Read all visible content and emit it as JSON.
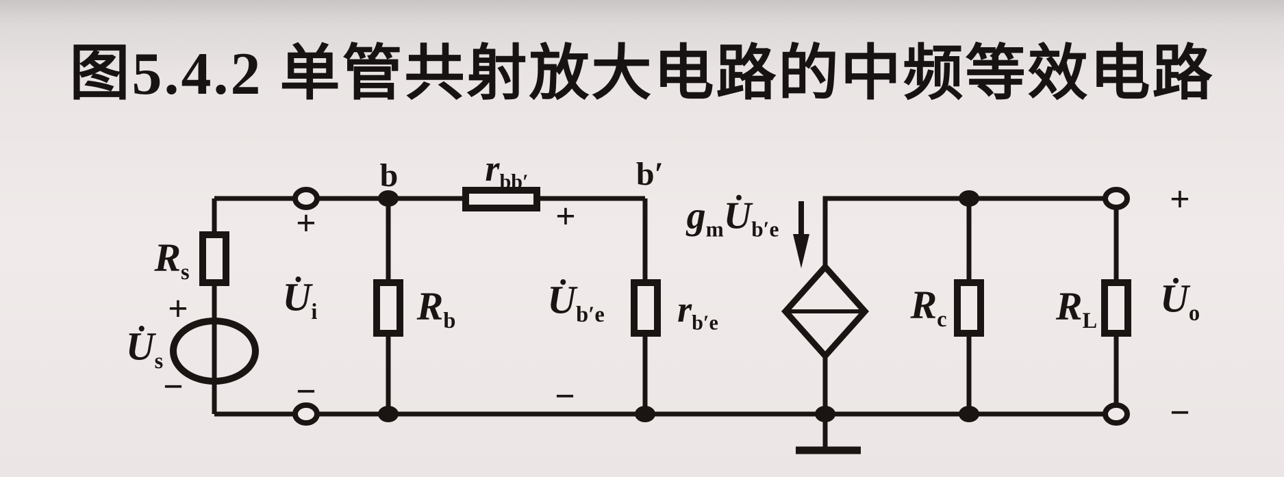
{
  "title": "图5.4.2 单管共射放大电路的中频等效电路",
  "colors": {
    "background": "#eee9e8",
    "ink": "#1a1413"
  },
  "signs": {
    "plus": "+",
    "minus": "−"
  },
  "nodes": {
    "b": "b",
    "b_prime": "b′"
  },
  "labels": {
    "Rs": {
      "base": "R",
      "sub": "s",
      "italic": true
    },
    "Us": {
      "base": "U",
      "sub": "s",
      "dot": true,
      "italic": true
    },
    "Ui": {
      "base": "U",
      "sub": "i",
      "dot": true,
      "italic": true
    },
    "Rb": {
      "base": "R",
      "sub": "b",
      "italic": true
    },
    "rbb": {
      "base": "r",
      "sub": "bb′",
      "italic": true
    },
    "Ube": {
      "base": "U",
      "sub": "b′e",
      "dot": true,
      "italic": true
    },
    "rbe": {
      "base": "r",
      "sub": "b′e",
      "italic": true
    },
    "gmUbe": {
      "pre": "g",
      "preSub": "m",
      "base": "U",
      "sub": "b′e",
      "dot": true,
      "italic": true
    },
    "Rc": {
      "base": "R",
      "sub": "c",
      "italic": true
    },
    "RL": {
      "base": "R",
      "sub": "L",
      "italic": true
    },
    "Uo": {
      "base": "U",
      "sub": "o",
      "dot": true,
      "italic": true
    }
  }
}
